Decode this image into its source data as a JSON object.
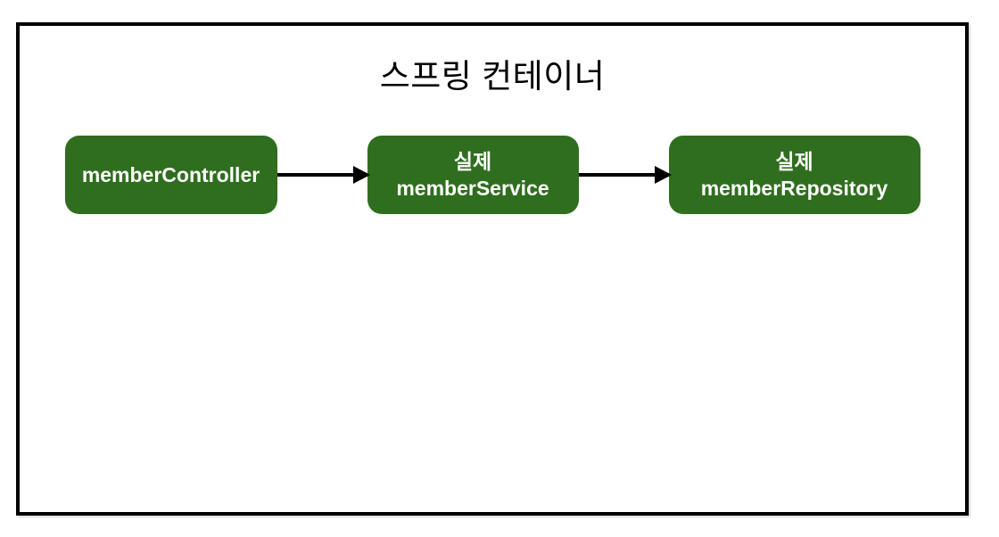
{
  "diagram": {
    "title": "스프링 컨테이너",
    "nodes": {
      "controller": {
        "line1": "memberController"
      },
      "service": {
        "line1": "실제",
        "line2": "memberService"
      },
      "repository": {
        "line1": "실제",
        "line2": "memberRepository"
      }
    },
    "colors": {
      "node_background": "#2f6e1e",
      "node_text": "#ffffff",
      "frame_border": "#000000",
      "arrow": "#000000",
      "background": "#ffffff"
    }
  }
}
